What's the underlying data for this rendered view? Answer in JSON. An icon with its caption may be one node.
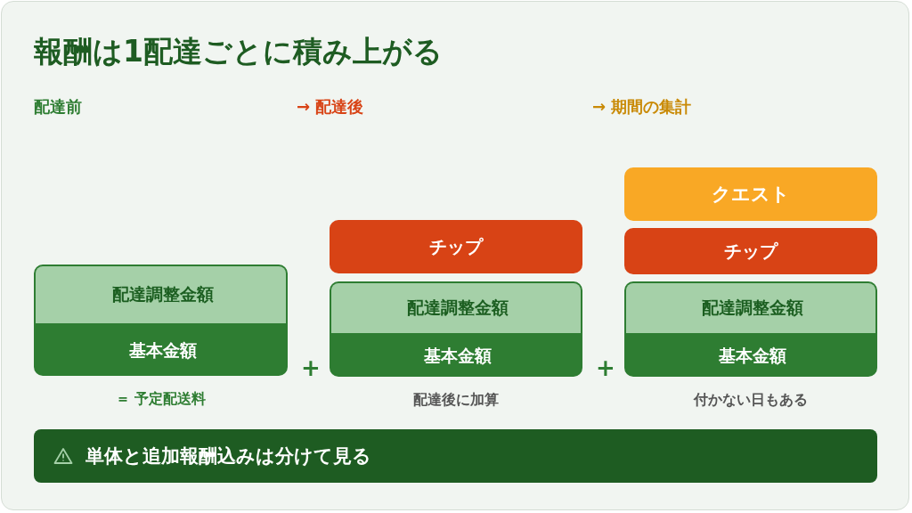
{
  "diagram": {
    "title": "報酬は1配達ごとに積み上がる",
    "nodes": [
      {
        "text": [],
        "shape": "box",
        "beside": [
          "＝ 予定配送料"
        ]
      },
      {
        "text": [
          "配達調整金額"
        ],
        "in": 0
      },
      {
        "text": [
          "基本金額"
        ],
        "in": 0
      },
      {
        "text": [
          "チップ"
        ]
      },
      {
        "text": [],
        "shape": "box",
        "beside": [
          "配達後に加算"
        ]
      },
      {
        "text": [
          "配達調整金額"
        ],
        "in": 4
      },
      {
        "text": [
          "基本金額"
        ],
        "in": 4
      },
      {
        "text": [
          "クエスト"
        ]
      },
      {
        "text": [
          "チップ"
        ]
      },
      {
        "text": [],
        "shape": "box",
        "beside": [
          "付かない日もある"
        ]
      },
      {
        "text": [
          "配達調整金額"
        ],
        "in": 9
      },
      {
        "text": [
          "基本金額"
        ],
        "in": 9
      },
      {
        "text": [
          "単体と追加報酬込みは分けて見る"
        ]
      }
    ],
    "edges": [],
    "labels": [
      "配達前",
      "→ 配達後",
      "→ 期間の集計",
      "+",
      "+"
    ]
  }
}
